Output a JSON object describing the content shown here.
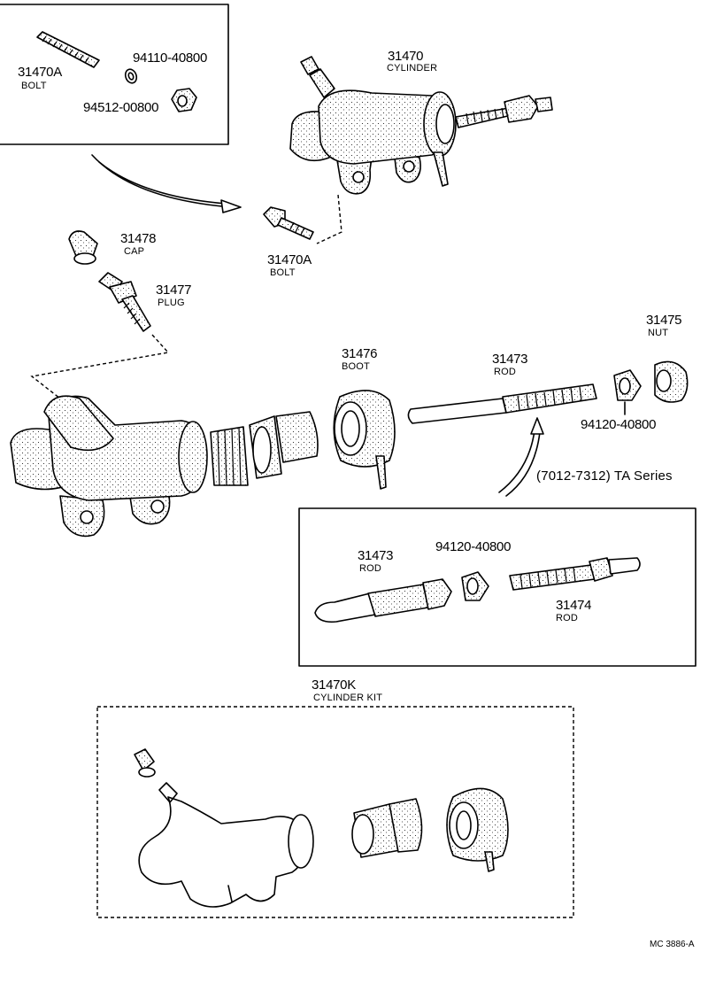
{
  "labels": {
    "top_box_bolt_no": "31470A",
    "top_box_bolt_name": "BOLT",
    "top_box_nut_no": "94110-40800",
    "top_box_washer_no": "94512-00800",
    "cylinder_no": "31470",
    "cylinder_name": "CYLINDER",
    "bolt_no": "31470A",
    "bolt_name": "BOLT",
    "cap_no": "31478",
    "cap_name": "CAP",
    "plug_no": "31477",
    "plug_name": "PLUG",
    "boot_no": "31476",
    "boot_name": "BOOT",
    "rod_no": "31473",
    "rod_name": "ROD",
    "nut_no": "31475",
    "nut_name": "NUT",
    "nut2_no": "94120-40800",
    "series_note": "(7012-7312) TA Series",
    "box_rod_no": "31473",
    "box_rod_name": "ROD",
    "box_nut_no": "94120-40800",
    "box_rod2_no": "31474",
    "box_rod2_name": "ROD",
    "kit_no": "31470K",
    "kit_name": "CYLINDER KIT",
    "figure_ref": "MC 3886-A"
  }
}
